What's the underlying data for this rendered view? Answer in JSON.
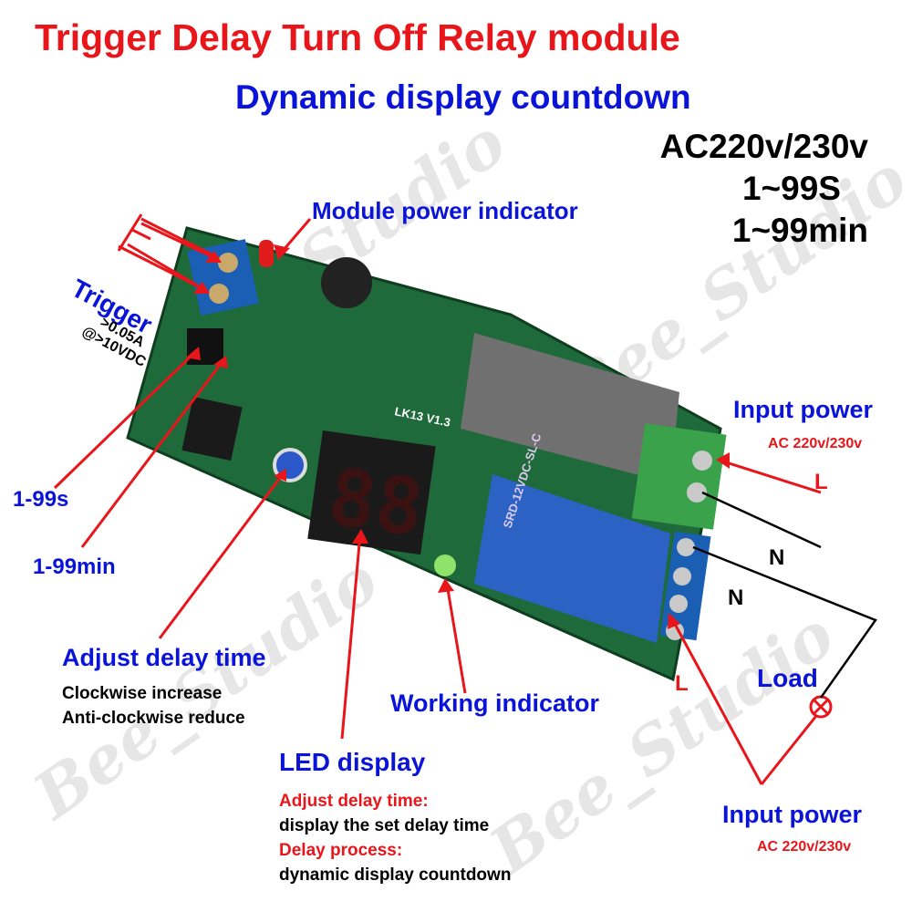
{
  "watermark": "Bee_Studio",
  "header": {
    "title": "Trigger Delay Turn Off Relay module",
    "subtitle": "Dynamic display countdown",
    "specs": [
      "AC220v/230v",
      "1~99S",
      "1~99min"
    ]
  },
  "labels": {
    "module_power": "Module power indicator",
    "trigger": "Trigger",
    "trigger_current": ">0.05A",
    "trigger_voltage": "@>10VDC",
    "range_s": "1-99s",
    "range_min": "1-99min",
    "adjust_title": "Adjust delay time",
    "adjust_line1": "Clockwise increase",
    "adjust_line2": "Anti-clockwise reduce",
    "led_title": "LED display",
    "led_adjust_head": "Adjust delay time:",
    "led_adjust_text": "display the set delay time",
    "led_process_head": "Delay process:",
    "led_process_text": "dynamic display countdown",
    "working": "Working indicator",
    "input_power_top": "Input power",
    "input_power_top_spec": "AC 220v/230v",
    "input_power_bottom": "Input power",
    "input_power_bottom_spec": "AC 220v/230v",
    "load": "Load",
    "L_top": "L",
    "N_top": "N",
    "N_mid": "N",
    "L_bottom": "L"
  },
  "board": {
    "display_digits": "88",
    "relay_label": "SRD-12VDC-SL-C",
    "silk_version": "LK13 V1.3"
  },
  "colors": {
    "title": "#e8161a",
    "subtitle": "#0a14d8",
    "board": "#1f6a3a",
    "arrow": "#e8161a"
  }
}
